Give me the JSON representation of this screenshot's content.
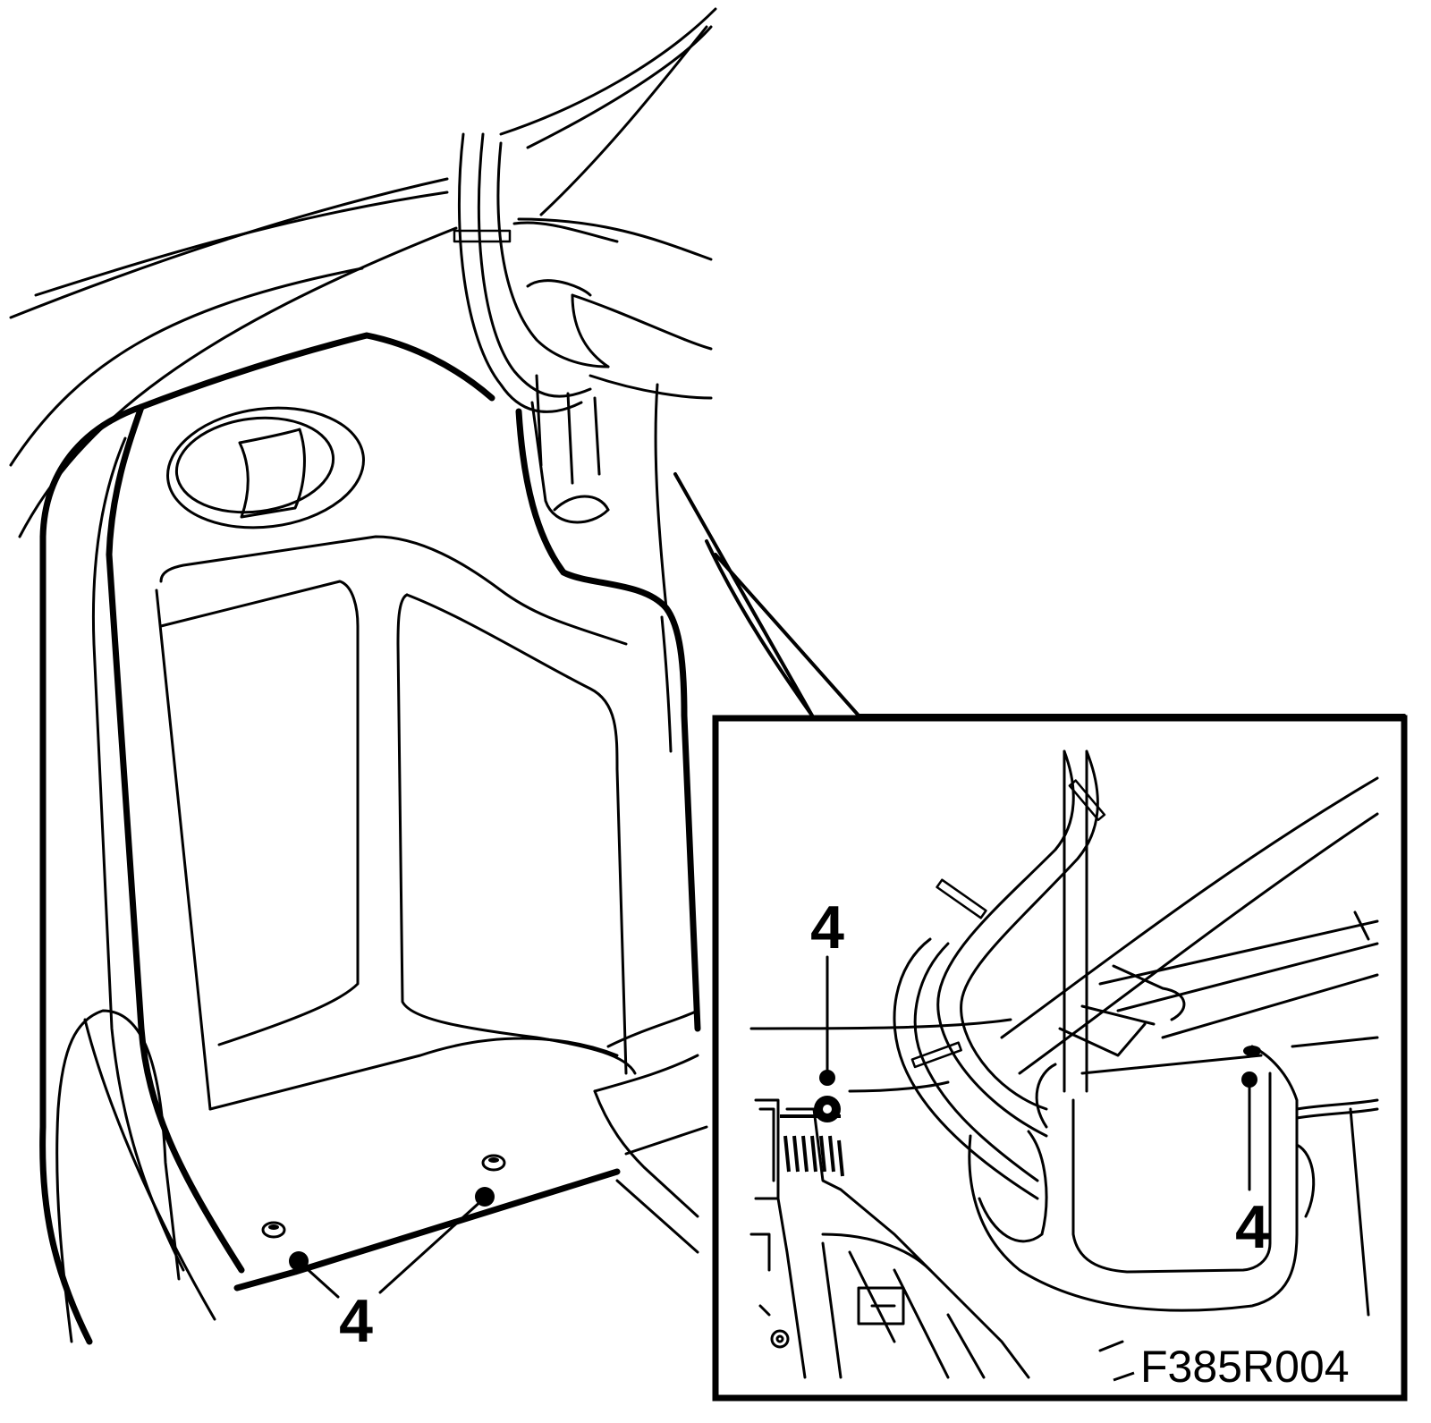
{
  "diagram": {
    "callouts": [
      {
        "id": "fastener-left",
        "label": "4"
      },
      {
        "id": "fastener-middle",
        "label": "4"
      },
      {
        "id": "inset-fastener-left",
        "label": "4"
      },
      {
        "id": "inset-fastener-right",
        "label": "4"
      }
    ],
    "figure_code": "F385R004",
    "colors": {
      "line": "#000000",
      "background": "#ffffff"
    }
  }
}
